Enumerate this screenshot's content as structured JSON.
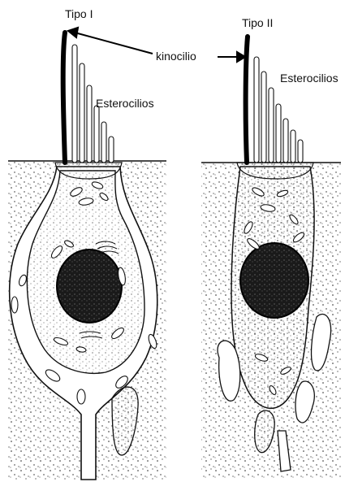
{
  "labels": {
    "type1": "Tipo I",
    "type2": "Tipo II",
    "kinocilium": "kinocilio",
    "stereocilia_left": "Esterocilios",
    "stereocilia_right": "Esterocilios"
  },
  "colors": {
    "ink": "#111111",
    "nucleus": "#1a1a1a",
    "paper": "#ffffff"
  }
}
